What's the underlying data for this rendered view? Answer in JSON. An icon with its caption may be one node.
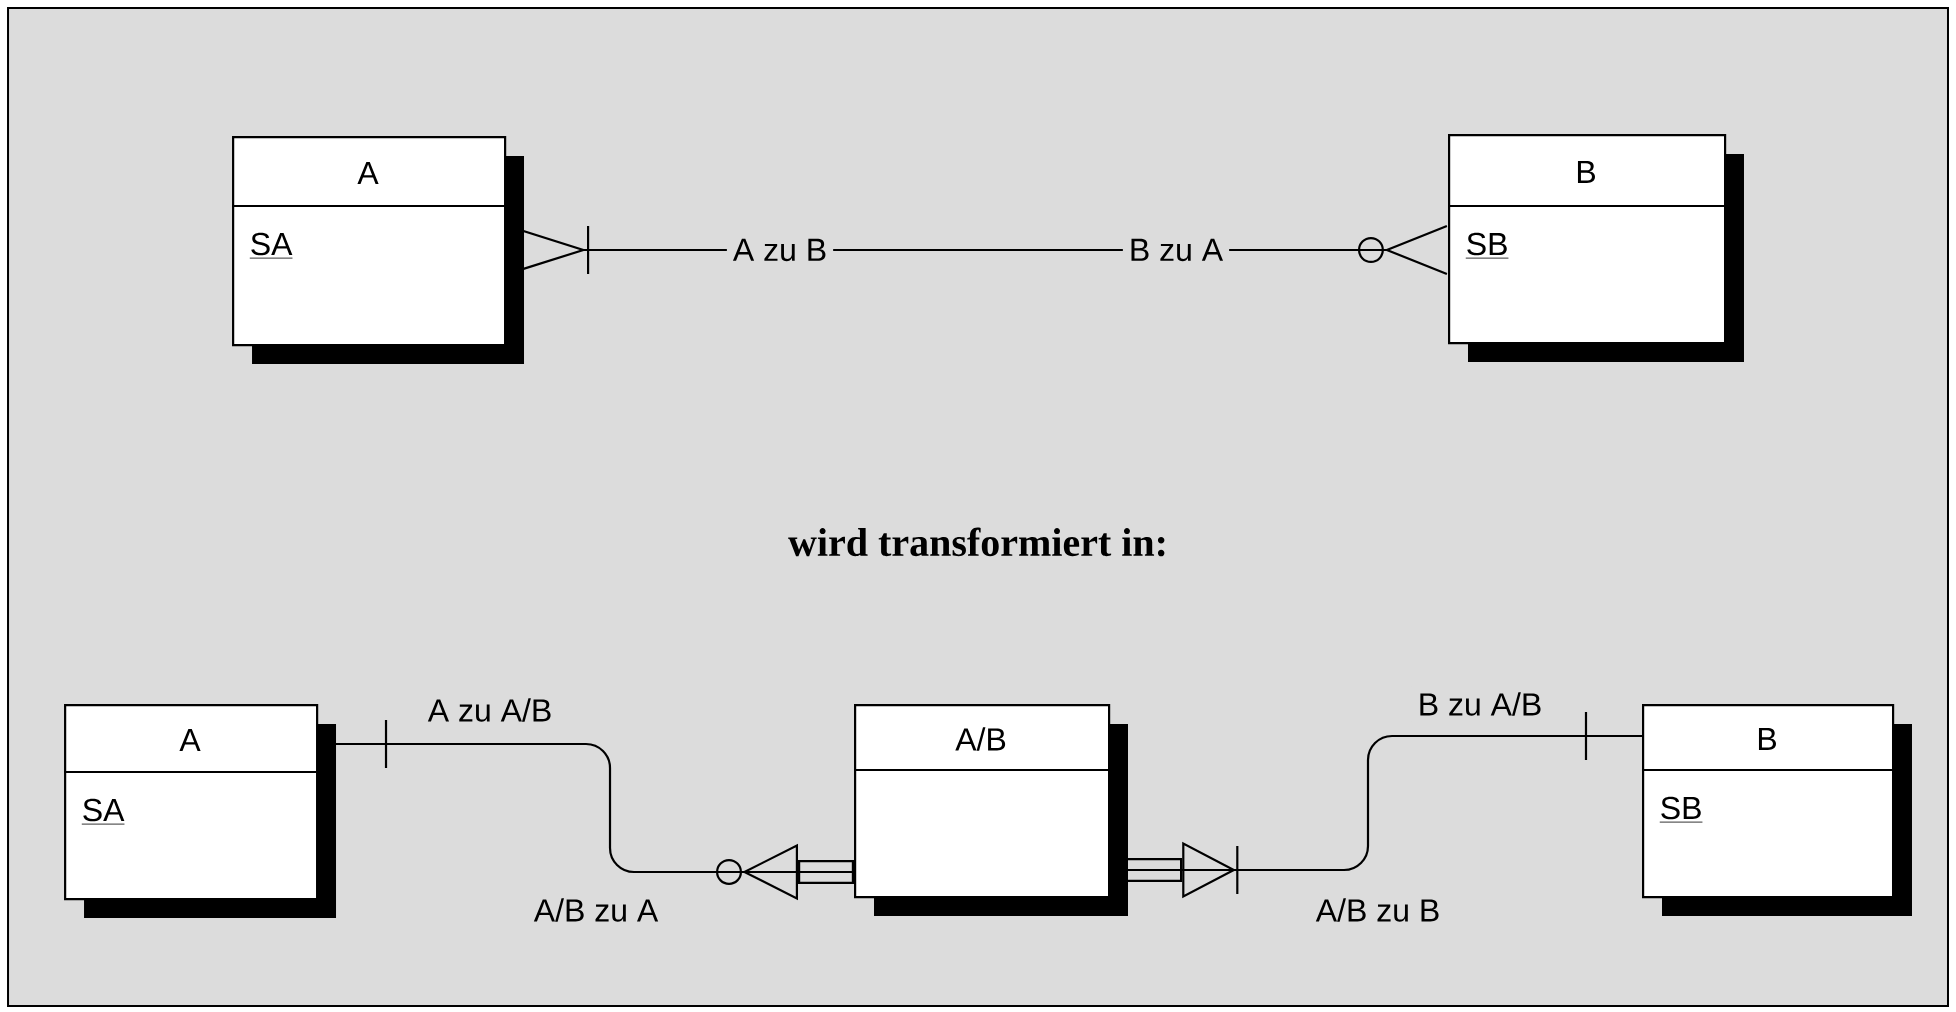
{
  "diagram": {
    "title": "wird transformiert in:",
    "nodes": [
      {
        "text": [
          "A",
          "SA"
        ]
      },
      {
        "text": [
          "B",
          "SB"
        ]
      },
      {
        "text": [
          "A",
          "SA"
        ]
      },
      {
        "text": [
          "A/B"
        ]
      },
      {
        "text": [
          "B",
          "SB"
        ]
      }
    ],
    "edges": [
      {
        "from": 0,
        "to": 1,
        "arrow": "other",
        "label": "A zu B"
      },
      {
        "from": 2,
        "to": 3,
        "arrow": "other",
        "label": "A zu A/B"
      },
      {
        "from": 4,
        "to": 3,
        "arrow": "other",
        "label": "B zu A/B"
      }
    ],
    "labels": [
      "B zu A",
      "A/B zu A",
      "A/B zu B"
    ]
  }
}
